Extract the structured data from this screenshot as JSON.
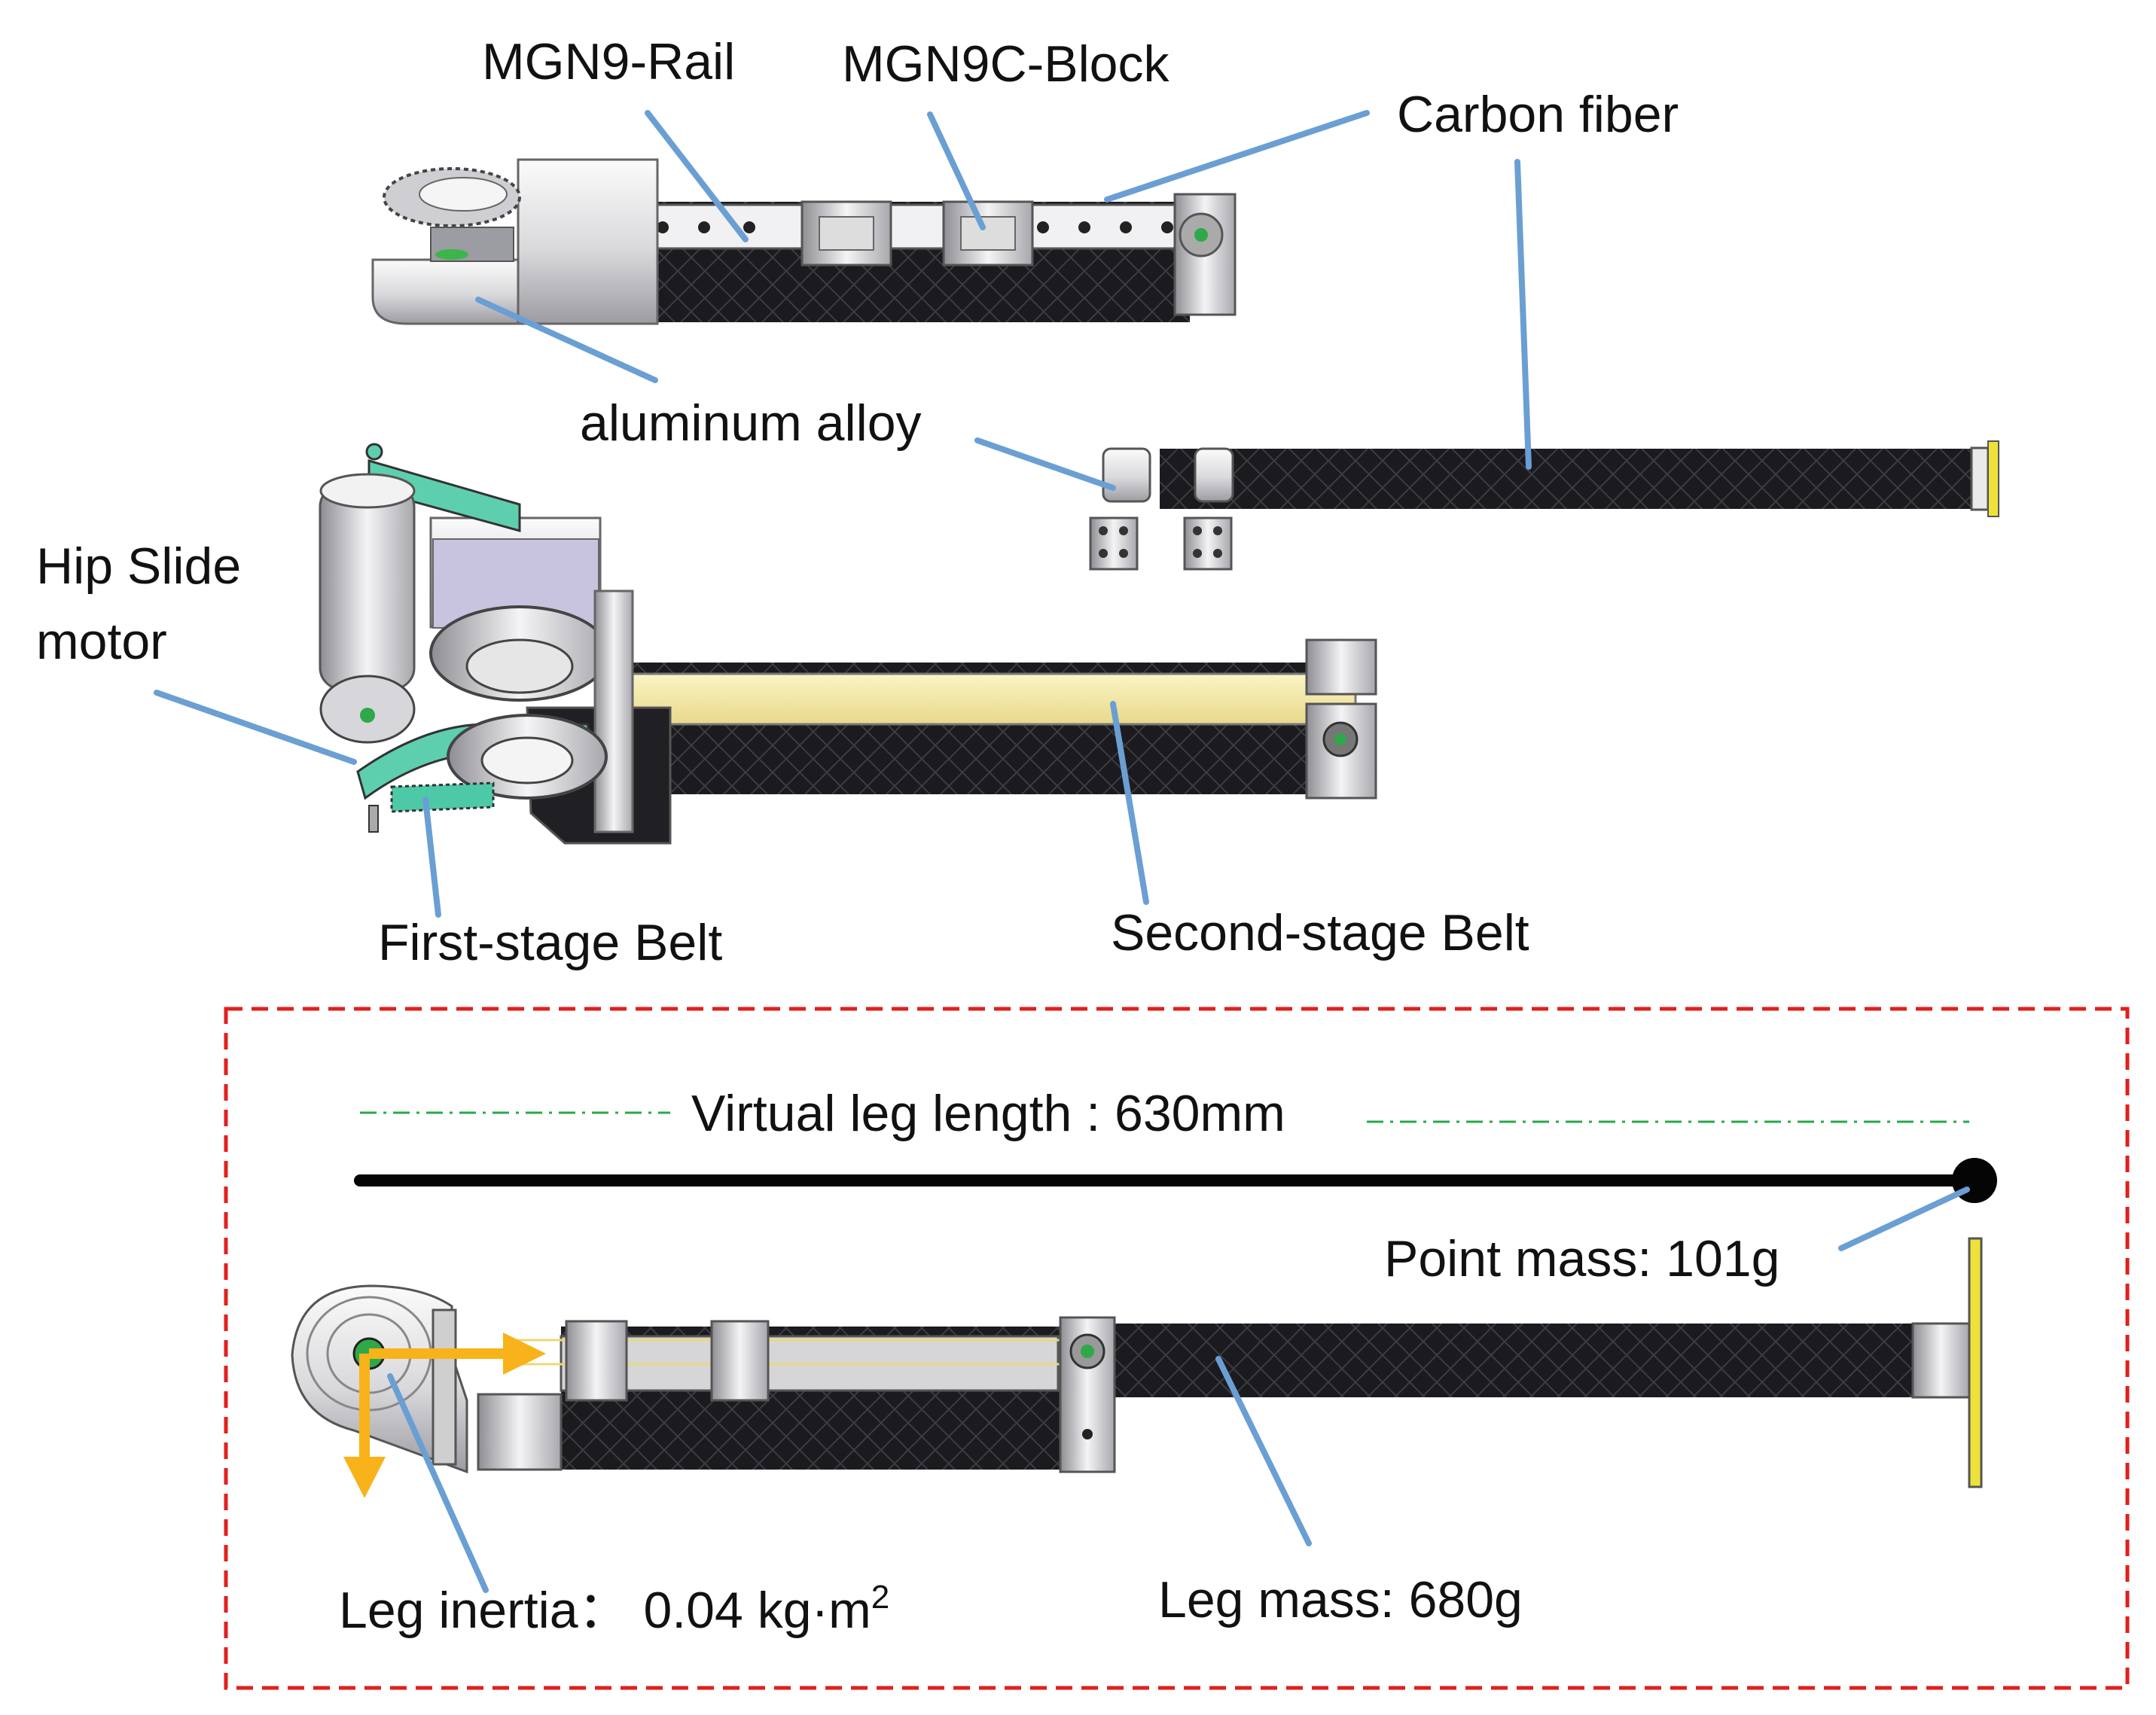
{
  "labels": {
    "rail": "MGN9-Rail",
    "block": "MGN9C-Block",
    "carbon_fiber": "Carbon fiber",
    "aluminum": "aluminum alloy",
    "hip_motor_line1": "Hip Slide",
    "hip_motor_line2": "motor",
    "first_belt": "First-stage Belt",
    "second_belt": "Second-stage Belt"
  },
  "model": {
    "virtual_leg_length": "Virtual leg length : 630mm",
    "point_mass": "Point mass: 101g",
    "leg_inertia_value": "Leg inertia：  0.04 kg·m",
    "leg_inertia_exp": "2",
    "leg_mass": "Leg mass: 680g"
  },
  "colors": {
    "leader": "#6a9fd3",
    "frame_dash": "#e0201e",
    "guide_dashdot": "#2aa84a",
    "arrow": "#f8b21a",
    "belt_yellow": "#f4eba0",
    "belt_teal": "#5ecfae",
    "carbon": "#1b1b1f",
    "endcap": "#eee23a"
  }
}
